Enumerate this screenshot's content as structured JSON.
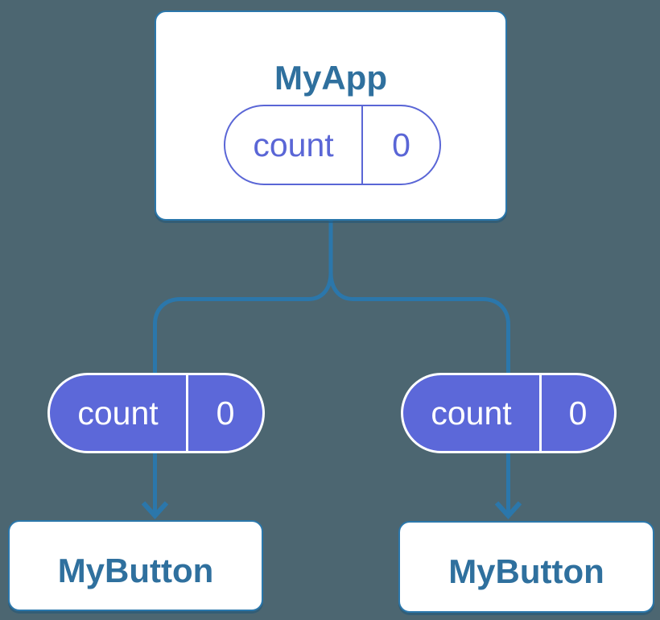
{
  "tree": {
    "root": {
      "title": "MyApp",
      "state": {
        "key": "count",
        "value": "0"
      }
    },
    "children": [
      {
        "title": "MyButton",
        "state": {
          "key": "count",
          "value": "0"
        }
      },
      {
        "title": "MyButton",
        "state": {
          "key": "count",
          "value": "0"
        }
      }
    ]
  },
  "colors": {
    "background": "#4C6671",
    "connector": "#2B77AB",
    "node_border": "#2B77AB",
    "node_background": "#FFFFFF",
    "node_title": "#2F709E",
    "state_filled": "#5C68D9",
    "state_outline": "#5A66D6",
    "state_text_on_filled": "#FFFFFF"
  }
}
